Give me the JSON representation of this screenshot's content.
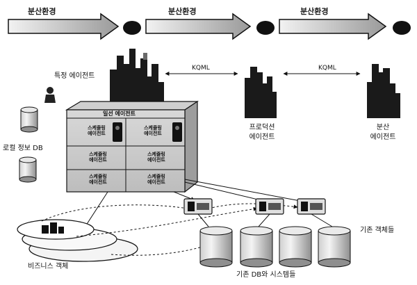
{
  "top_flow": {
    "stage_labels": [
      "분산환경",
      "분산환경",
      "분산환경"
    ]
  },
  "protocol_labels": [
    "KQML",
    "KQML"
  ],
  "agents": {
    "specific_agent": "특정 에이전트",
    "production_agent_line1": "프로덕션",
    "production_agent_line2": "에이전트",
    "distributed_agent_line1": "분산",
    "distributed_agent_line2": "에이전트"
  },
  "central_block": {
    "title": "일선 에이전트",
    "cells": [
      {
        "line1": "스케쥴링",
        "line2": "에이전트"
      },
      {
        "line1": "스케쥴링",
        "line2": "에이전트"
      },
      {
        "line1": "스케쥴링",
        "line2": "에이전트"
      },
      {
        "line1": "스케쥴링",
        "line2": "에이전트"
      },
      {
        "line1": "스케쥴링",
        "line2": "에이전트"
      },
      {
        "line1": "스케쥴링",
        "line2": "에이전트"
      }
    ]
  },
  "local_db_label": "로컬 정보 DB",
  "business_objects_label": "비즈니스 객체",
  "existing_objects_label": "기존 객체들",
  "existing_db_label": "기존 DB와 시스템들"
}
